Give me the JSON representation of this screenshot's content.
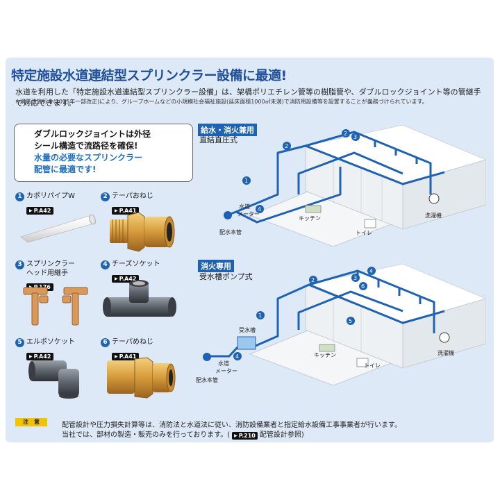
{
  "title": "特定施設水道連結型スプリンクラー設備に最適!",
  "intro": "水道を利用した「特定施設水道連結型スプリンクラー設備」は、架橋ポリエチレン管等の樹脂管や、ダブルロックジョイント等の管継手で対応できます。",
  "intro_note": "※消防法施行令(2015年一部改正)により、グループホームなどの小規模社会福祉施設(延床面積1000㎡未満)で消防用設備等を設置することが義務づけられています。",
  "callout": {
    "line1": "ダブルロックジョイントは外径",
    "line2": "シール構造で流路径を確保!",
    "line3": "水量の必要なスプリンクラー",
    "line4": "配管に最適です!"
  },
  "products": [
    {
      "num": "1",
      "name": "カポリパイプW",
      "name2": "",
      "page": "P.A42"
    },
    {
      "num": "2",
      "name": "テーパおねじ",
      "name2": "",
      "page": "P.A41"
    },
    {
      "num": "3",
      "name": "スプリンクラー",
      "name2": "ヘッド用継手",
      "page": "P.176"
    },
    {
      "num": "4",
      "name": "チーズソケット",
      "name2": "",
      "page": "P.A42"
    },
    {
      "num": "5",
      "name": "エルボソケット",
      "name2": "",
      "page": "P.A42"
    },
    {
      "num": "6",
      "name": "テーパめねじ",
      "name2": "",
      "page": "P.A41"
    }
  ],
  "diagram1": {
    "badge": "給水・消火兼用",
    "subtitle": "直結直圧式",
    "labels": {
      "meter1": "水道",
      "meter2": "メーター",
      "main": "配水本管",
      "kitchen": "キッチン",
      "toilet": "トイレ",
      "washer": "洗濯機"
    },
    "markers": [
      "1",
      "2",
      "2",
      "3",
      "4"
    ]
  },
  "diagram2": {
    "badge": "消火専用",
    "subtitle": "受水槽ポンプ式",
    "labels": {
      "tank": "受水槽",
      "meter1": "水道",
      "meter2": "メーター",
      "main": "配水本管",
      "kitchen": "キッチン",
      "toilet": "トイレ",
      "washer": "洗濯機"
    },
    "markers": [
      "1",
      "2",
      "3",
      "4",
      "4",
      "5",
      "6"
    ]
  },
  "caution": {
    "badge": "注　意",
    "line1": "配管設計や圧力損失計算等は、消防法と水道法に従い、消防設備業者と指定給水設備工事事業者が行います。",
    "line2a": "当社では、部材の製造・販売のみを行っております。(",
    "line2_page": "P.210",
    "line2b": "配管設計参照)"
  },
  "colors": {
    "accent": "#1f4f9c",
    "pipe": "#1e62b4",
    "panel": "#dde9f7",
    "brass": "#c98a2c",
    "caution": "#f2c300"
  }
}
